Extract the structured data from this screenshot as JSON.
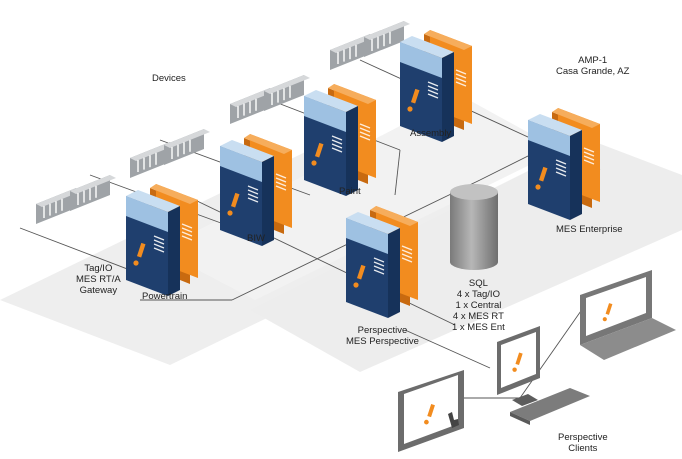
{
  "labels": {
    "devices": "Devices",
    "site": [
      "AMP-1",
      "Casa Grande, AZ"
    ],
    "gateway": [
      "Tag/IO",
      "MES RT/A",
      "Gateway"
    ],
    "powertrain": "Powertrain",
    "biw": "BIW",
    "paint": "Paint",
    "assembly": "Assembly",
    "mes_enterprise": "MES Enterprise",
    "sql": [
      "SQL",
      "4 x Tag/IO",
      "1 x Central",
      "4 x MES RT",
      "1 x MES Ent"
    ],
    "perspective_server": [
      "Perspective",
      "MES Perspective"
    ],
    "clients": [
      "Perspective",
      "Clients"
    ]
  },
  "colors": {
    "server_blue": "#1f3f6e",
    "server_light": "#9ec1e2",
    "server_orange": "#f28c1f",
    "plane": "#ececec",
    "device": "#b9bdc1",
    "db": "#8c8c8c"
  }
}
